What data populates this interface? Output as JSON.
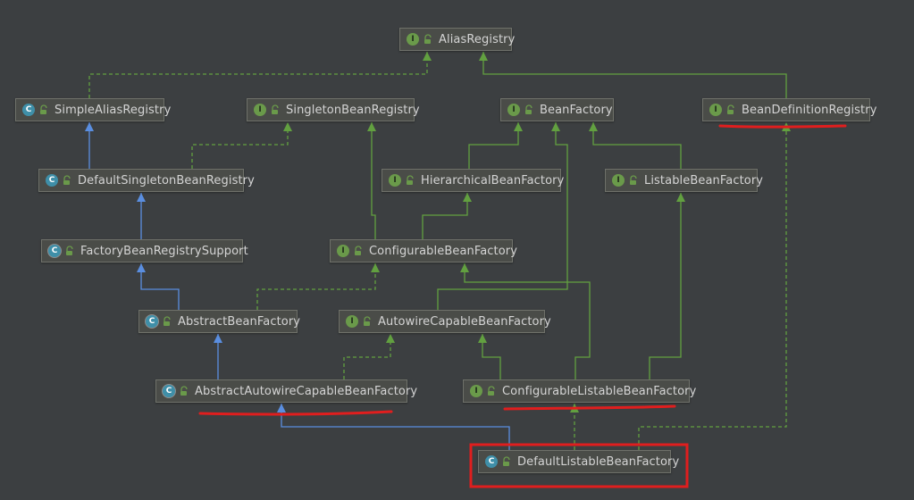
{
  "kind_letters": {
    "interface": "I",
    "class": "C",
    "abstract": "C"
  },
  "colors": {
    "background": "#3c3f41",
    "node_bg": "#4a4c48",
    "interface_icon": "#6a9a4a",
    "class_icon": "#3f8fa8",
    "implements_edge": "#62a040",
    "extends_edge": "#5a8ee0",
    "annotation": "#e01e1e"
  },
  "nodes": {
    "alias_registry": {
      "label": "AliasRegistry",
      "kind": "interface"
    },
    "simple_alias_registry": {
      "label": "SimpleAliasRegistry",
      "kind": "class"
    },
    "singleton_bean_registry": {
      "label": "SingletonBeanRegistry",
      "kind": "interface"
    },
    "bean_factory": {
      "label": "BeanFactory",
      "kind": "interface"
    },
    "bean_definition_registry": {
      "label": "BeanDefinitionRegistry",
      "kind": "interface"
    },
    "default_singleton_bean_registry": {
      "label": "DefaultSingletonBeanRegistry",
      "kind": "class"
    },
    "hierarchical_bean_factory": {
      "label": "HierarchicalBeanFactory",
      "kind": "interface"
    },
    "listable_bean_factory": {
      "label": "ListableBeanFactory",
      "kind": "interface"
    },
    "factory_bean_registry_support": {
      "label": "FactoryBeanRegistrySupport",
      "kind": "abstract"
    },
    "configurable_bean_factory": {
      "label": "ConfigurableBeanFactory",
      "kind": "interface"
    },
    "abstract_bean_factory": {
      "label": "AbstractBeanFactory",
      "kind": "abstract"
    },
    "autowire_capable_bean_factory": {
      "label": "AutowireCapableBeanFactory",
      "kind": "interface"
    },
    "abstract_autowire_capable_bean_factory": {
      "label": "AbstractAutowireCapableBeanFactory",
      "kind": "abstract"
    },
    "configurable_listable_bean_factory": {
      "label": "ConfigurableListableBeanFactory",
      "kind": "interface"
    },
    "default_listable_bean_factory": {
      "label": "DefaultListableBeanFactory",
      "kind": "class"
    }
  },
  "edges": [
    {
      "from": "simple_alias_registry",
      "to": "alias_registry",
      "type": "implements"
    },
    {
      "from": "bean_definition_registry",
      "to": "alias_registry",
      "type": "extends-interface"
    },
    {
      "from": "default_singleton_bean_registry",
      "to": "simple_alias_registry",
      "type": "extends"
    },
    {
      "from": "default_singleton_bean_registry",
      "to": "singleton_bean_registry",
      "type": "implements"
    },
    {
      "from": "factory_bean_registry_support",
      "to": "default_singleton_bean_registry",
      "type": "extends"
    },
    {
      "from": "hierarchical_bean_factory",
      "to": "bean_factory",
      "type": "extends-interface"
    },
    {
      "from": "listable_bean_factory",
      "to": "bean_factory",
      "type": "extends-interface"
    },
    {
      "from": "configurable_bean_factory",
      "to": "hierarchical_bean_factory",
      "type": "extends-interface"
    },
    {
      "from": "configurable_bean_factory",
      "to": "singleton_bean_registry",
      "type": "extends-interface"
    },
    {
      "from": "abstract_bean_factory",
      "to": "factory_bean_registry_support",
      "type": "extends"
    },
    {
      "from": "abstract_bean_factory",
      "to": "configurable_bean_factory",
      "type": "implements"
    },
    {
      "from": "autowire_capable_bean_factory",
      "to": "bean_factory",
      "type": "extends-interface"
    },
    {
      "from": "abstract_autowire_capable_bean_factory",
      "to": "abstract_bean_factory",
      "type": "extends"
    },
    {
      "from": "abstract_autowire_capable_bean_factory",
      "to": "autowire_capable_bean_factory",
      "type": "implements"
    },
    {
      "from": "configurable_listable_bean_factory",
      "to": "autowire_capable_bean_factory",
      "type": "extends-interface"
    },
    {
      "from": "configurable_listable_bean_factory",
      "to": "configurable_bean_factory",
      "type": "extends-interface"
    },
    {
      "from": "configurable_listable_bean_factory",
      "to": "listable_bean_factory",
      "type": "extends-interface"
    },
    {
      "from": "default_listable_bean_factory",
      "to": "abstract_autowire_capable_bean_factory",
      "type": "extends"
    },
    {
      "from": "default_listable_bean_factory",
      "to": "configurable_listable_bean_factory",
      "type": "implements"
    },
    {
      "from": "default_listable_bean_factory",
      "to": "bean_definition_registry",
      "type": "implements"
    }
  ],
  "highlights": {
    "underlined": [
      "bean_definition_registry",
      "abstract_autowire_capable_bean_factory",
      "configurable_listable_bean_factory"
    ],
    "boxed": [
      "default_listable_bean_factory"
    ]
  }
}
